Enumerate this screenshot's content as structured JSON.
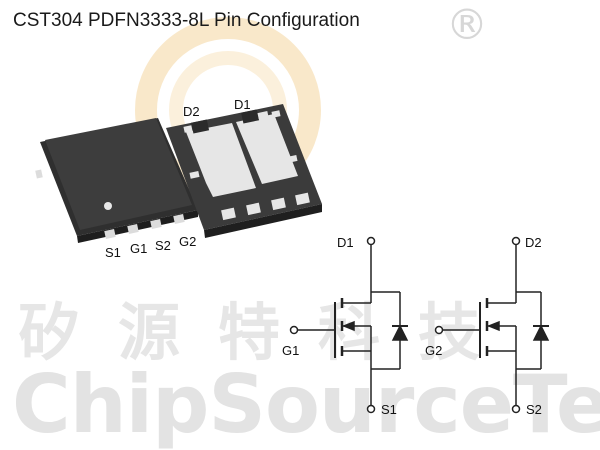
{
  "title": "CST304 PDFN3333-8L Pin Configuration",
  "watermark": {
    "registered": "®",
    "chinese": "矽源特科技",
    "english": "ChipSourceTek",
    "color": "#e3e3e3",
    "logo_color": "#f6d9a6"
  },
  "package": {
    "top_pins": [
      "D2",
      "D1"
    ],
    "bottom_pins": [
      "S1",
      "G1",
      "S2",
      "G2"
    ],
    "body_color": "#3a3a3a",
    "pad_color": "#e8e8e8"
  },
  "schematic": {
    "mosfet1": {
      "drain": "D1",
      "gate": "G1",
      "source": "S1"
    },
    "mosfet2": {
      "drain": "D2",
      "gate": "G2",
      "source": "S2"
    }
  }
}
